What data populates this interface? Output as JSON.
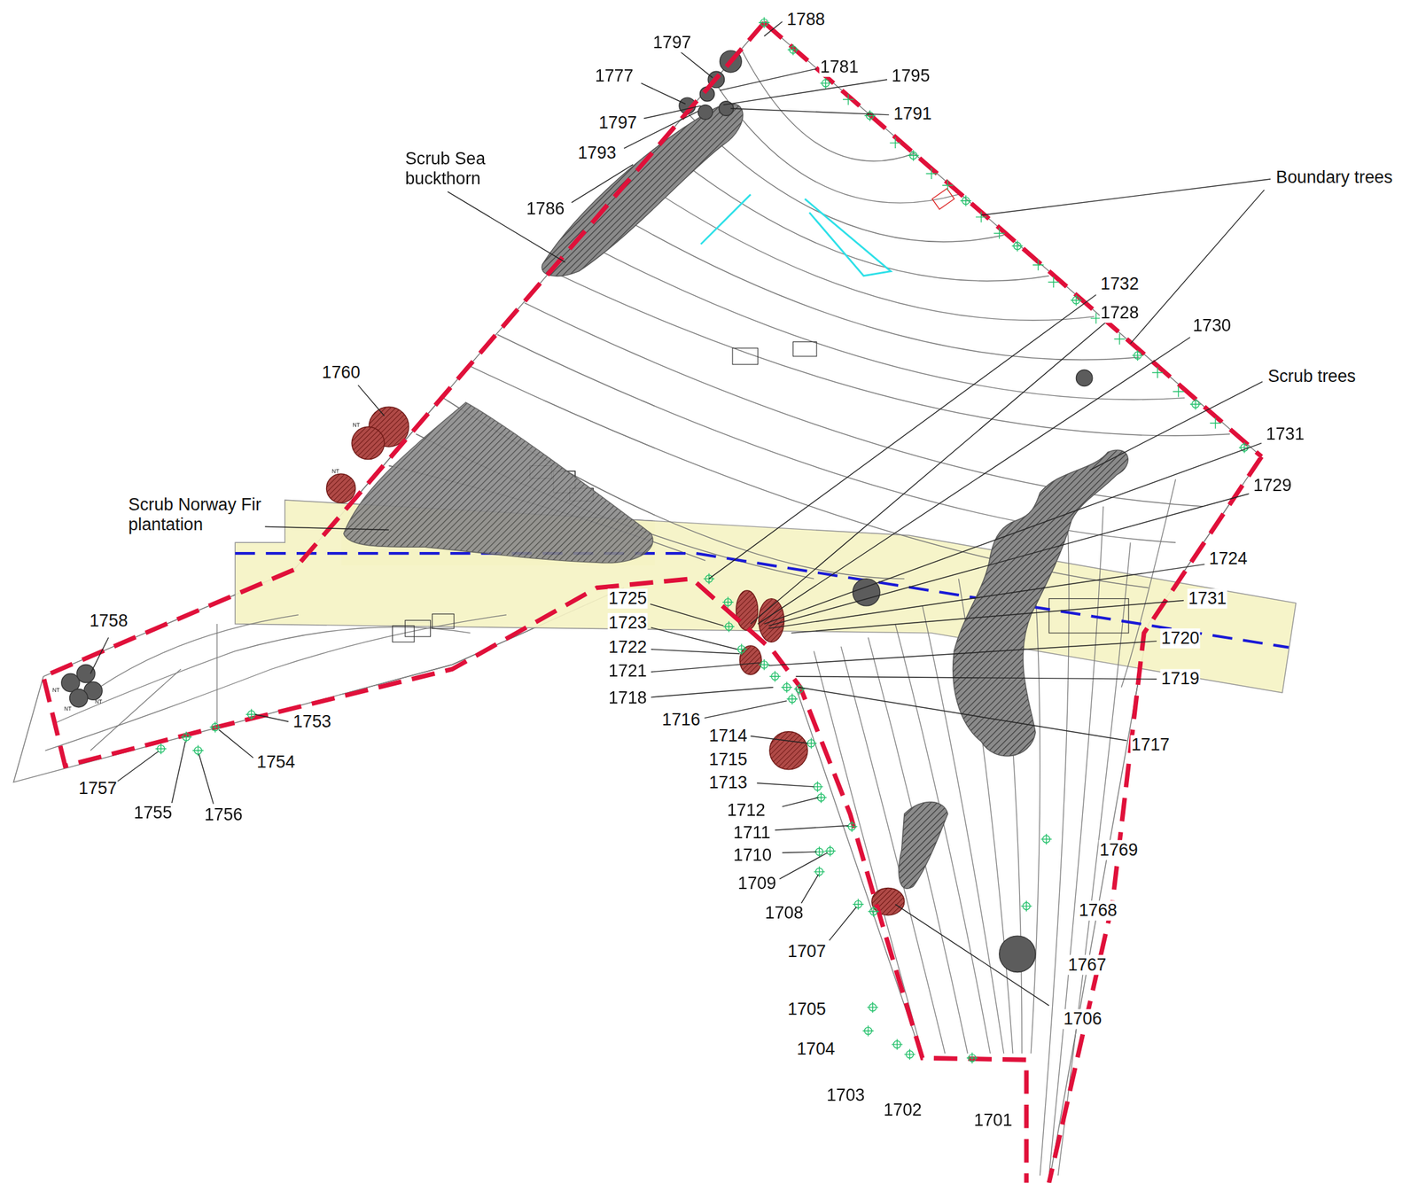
{
  "diagram": {
    "labels": [
      "1788",
      "1797",
      "1781",
      "1777",
      "1795",
      "1797",
      "1791",
      "1793",
      "Scrub Sea buckthorn",
      "1786",
      "Boundary trees",
      "1732",
      "1728",
      "1730",
      "1760",
      "Scrub trees",
      "1731",
      "1729",
      "Scrub Norway Fir plantation",
      "1724",
      "1731",
      "1725",
      "1720",
      "1723",
      "1719",
      "1722",
      "1721",
      "1718",
      "1717",
      "1716",
      "1758",
      "1753",
      "1714",
      "1715",
      "1754",
      "1757",
      "1755",
      "1756",
      "1713",
      "1712",
      "1711",
      "1710",
      "1709",
      "1708",
      "1769",
      "1768",
      "1707",
      "1767",
      "1705",
      "1706",
      "1704",
      "1703",
      "1702",
      "1701",
      "NT",
      "NT",
      "NT",
      "NT",
      "NT"
    ]
  }
}
